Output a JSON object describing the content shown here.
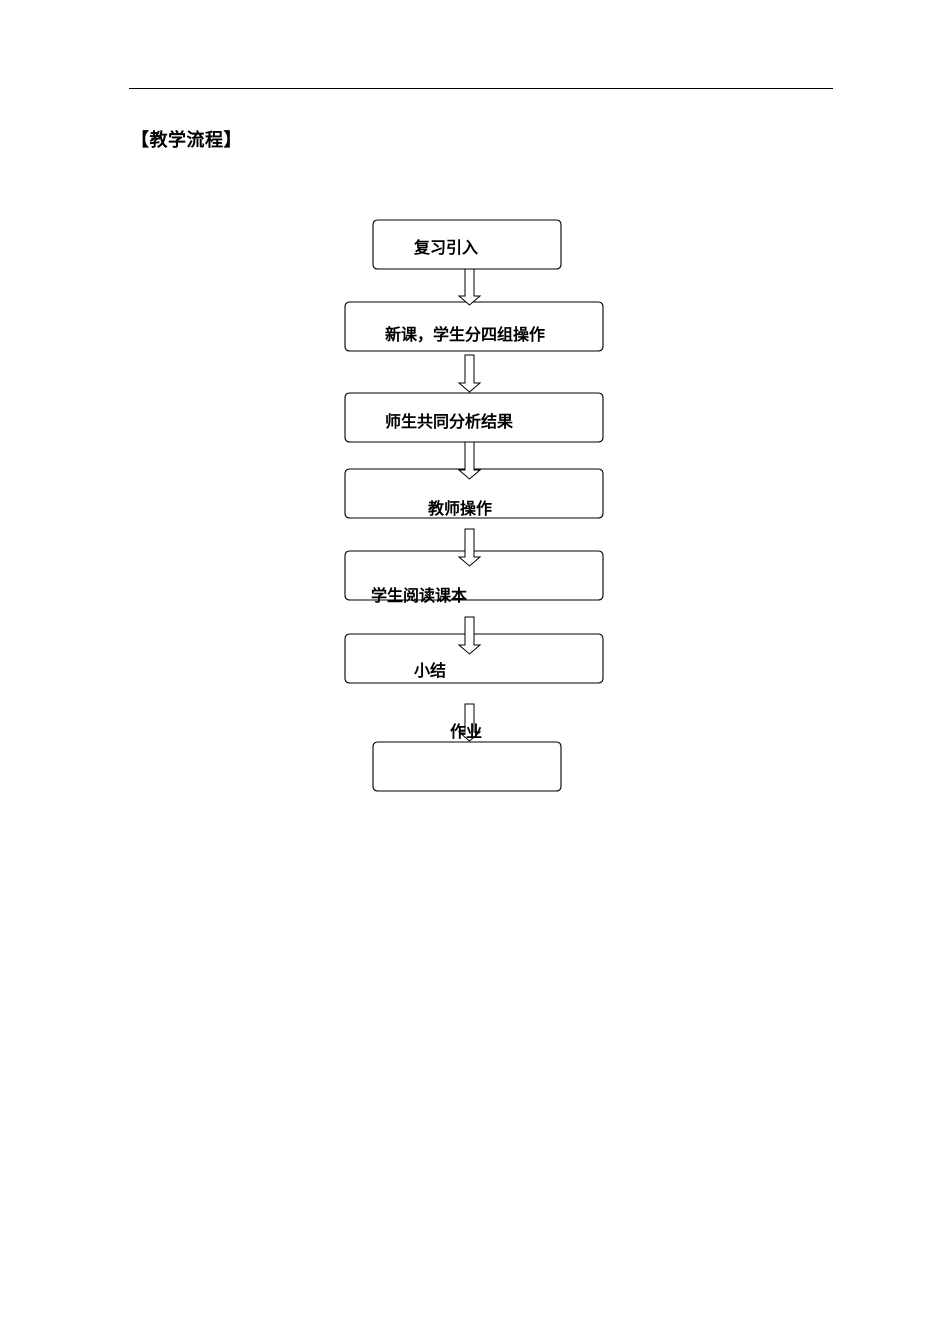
{
  "heading": "【教学流程】",
  "steps": [
    {
      "label": "复习引入"
    },
    {
      "label": "新课，学生分四组操作"
    },
    {
      "label": "师生共同分析结果"
    },
    {
      "label": "教师操作"
    },
    {
      "label": "学生阅读课本"
    },
    {
      "label": "小结"
    },
    {
      "label": "作业"
    }
  ],
  "colors": {
    "stroke": "#000000",
    "fill": "#ffffff",
    "text": "#000000"
  }
}
